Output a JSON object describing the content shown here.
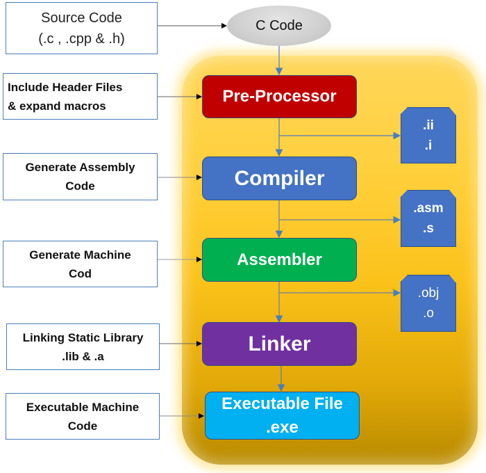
{
  "diagram": {
    "source": {
      "line1": "Source Code",
      "line2": "(.c , .cpp & .h)"
    },
    "c_code": "C Code",
    "stages": [
      {
        "id": "preprocessor",
        "label": "Pre-Processor",
        "color": "#c00000"
      },
      {
        "id": "compiler",
        "label": "Compiler",
        "color": "#4472c4"
      },
      {
        "id": "assembler",
        "label": "Assembler",
        "color": "#00b050"
      },
      {
        "id": "linker",
        "label": "Linker",
        "color": "#7030a0"
      },
      {
        "id": "executable",
        "line1": "Executable File",
        "line2": ".exe",
        "color": "#00b0f0"
      }
    ],
    "descriptions": [
      {
        "line1": "Include Header Files",
        "line2": "& expand macros"
      },
      {
        "line1": "Generate Assembly",
        "line2": "Code"
      },
      {
        "line1": "Generate Machine",
        "line2": "Cod"
      },
      {
        "line1": "Linking Static Library",
        "line2": ".lib & .a"
      },
      {
        "line1": "Executable Machine",
        "line2": "Code"
      }
    ],
    "files": [
      {
        "line1": ".ii",
        "line2": ".i"
      },
      {
        "line1": ".asm",
        "line2": ".s"
      },
      {
        "line1": ".obj",
        "line2": ".o"
      }
    ],
    "colors": {
      "panel": "#ffc000",
      "box_border": "#4a7ebb",
      "file": "#4472c4",
      "arrow_blue": "#4a7ebb",
      "arrow_black": "#000000"
    }
  }
}
